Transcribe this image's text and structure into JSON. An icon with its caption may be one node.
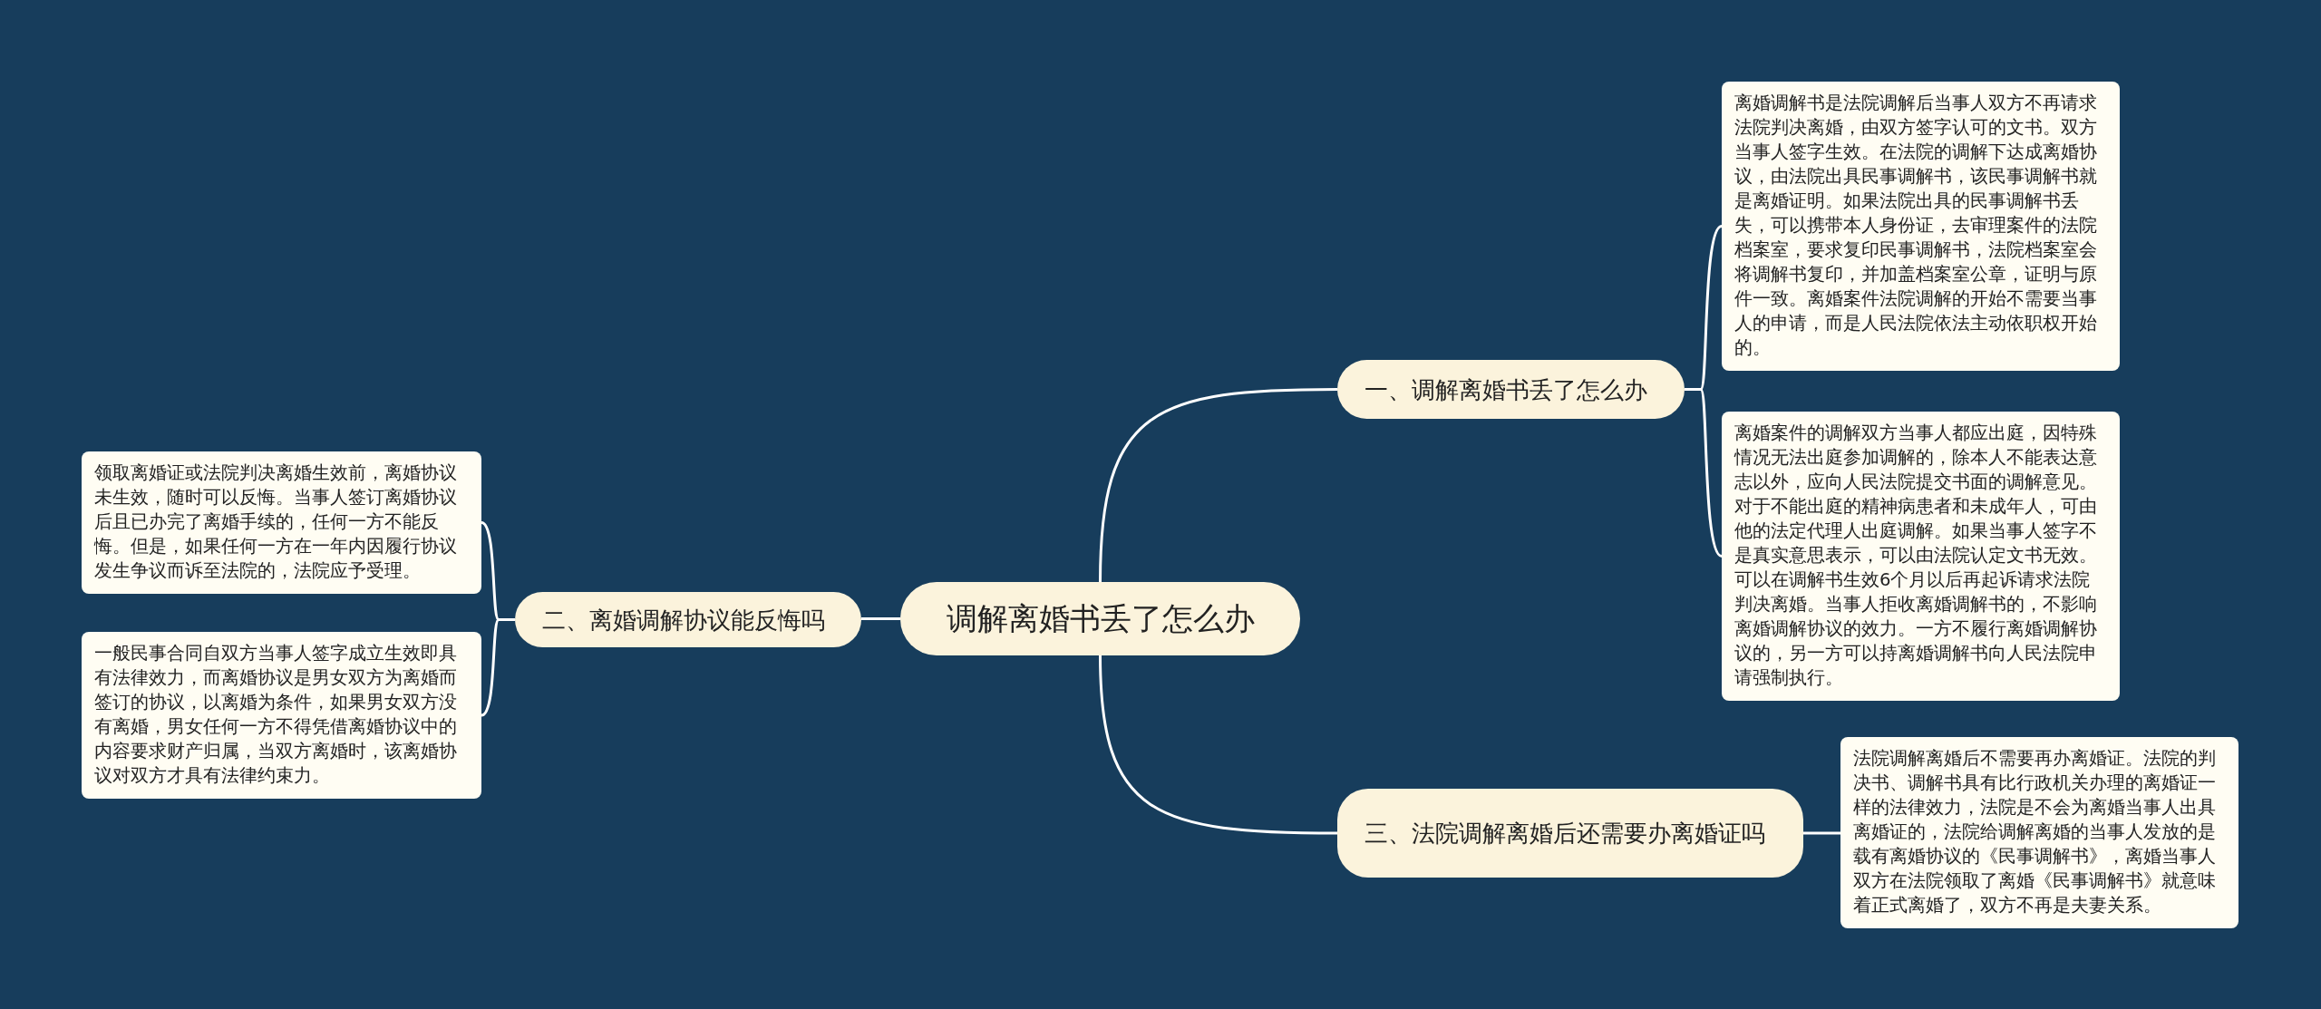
{
  "diagram": {
    "nodes": [
      {
        "text": [
          "调解离婚书丢了怎么办"
        ]
      },
      {
        "text": [
          "一、调解离婚书丢了怎么办"
        ]
      },
      {
        "text": [
          "离婚调解书是法院调解后当事人双方不再请求法院判决离婚，由双方签字认可的文书。双方当事人签字生效。在法院的调解下达成离婚协议，由法院出具民事调解书，该民事调解书就是离婚证明。如果法院出具的民事调解书丢失，可以携带本人身份证，去审理案件的法院档案室，要求复印民事调解书，法院档案室会将调解书复印，并加盖档案室公章，证明与原件一致。离婚案件法院调解的开始不需要当事人的申请，而是人民法院依法主动依职权开始的。"
        ]
      },
      {
        "text": [
          "离婚案件的调解双方当事人都应出庭，因特殊情况无法出庭参加调解的，除本人不能表达意志以外，应向人民法院提交书面的调解意见。对于不能出庭的精神病患者和未成年人，可由他的法定代理人出庭调解。如果当事人签字不是真实意思表示，可以由法院认定文书无效。可以在调解书生效6个月以后再起诉请求法院判决离婚。当事人拒收离婚调解书的，不影响离婚调解协议的效力。一方不履行离婚调解协议的，另一方可以持离婚调解书向人民法院申请强制执行。"
        ]
      },
      {
        "text": [
          "二、离婚调解协议能反悔吗"
        ]
      },
      {
        "text": [
          "领取离婚证或法院判决离婚生效前，离婚协议未生效，随时可以反悔。当事人签订离婚协议后且已办完了离婚手续的，任何一方不能反悔。但是，如果任何一方在一年内因履行协议发生争议而诉至法院的，法院应予受理。"
        ]
      },
      {
        "text": [
          "一般民事合同自双方当事人签字成立生效即具有法律效力，而离婚协议是男女双方为离婚而签订的协议，以离婚为条件，如果男女双方没有离婚，男女任何一方不得凭借离婚协议中的内容要求财产归属，当双方离婚时，该离婚协议对双方才具有法律约束力。"
        ]
      },
      {
        "text": [
          "三、法院调解离婚后还需要办离婚证吗"
        ]
      },
      {
        "text": [
          "法院调解离婚后不需要再办离婚证。法院的判决书、调解书具有比行政机关办理的离婚证一样的法律效力，法院是不会为离婚当事人出具离婚证的，法院给调解离婚的当事人发放的是载有离婚协议的《民事调解书》，离婚当事人双方在法院领取了离婚《民事调解书》就意味着正式离婚了，双方不再是夫妻关系。"
        ]
      }
    ],
    "edges": [
      {
        "from": 0,
        "to": 1,
        "arrow": "none"
      },
      {
        "from": 1,
        "to": 2,
        "arrow": "none"
      },
      {
        "from": 1,
        "to": 3,
        "arrow": "none"
      },
      {
        "from": 0,
        "to": 4,
        "arrow": "none"
      },
      {
        "from": 4,
        "to": 5,
        "arrow": "none"
      },
      {
        "from": 4,
        "to": 6,
        "arrow": "none"
      },
      {
        "from": 0,
        "to": 7,
        "arrow": "none"
      },
      {
        "from": 7,
        "to": 8,
        "arrow": "none"
      }
    ]
  }
}
